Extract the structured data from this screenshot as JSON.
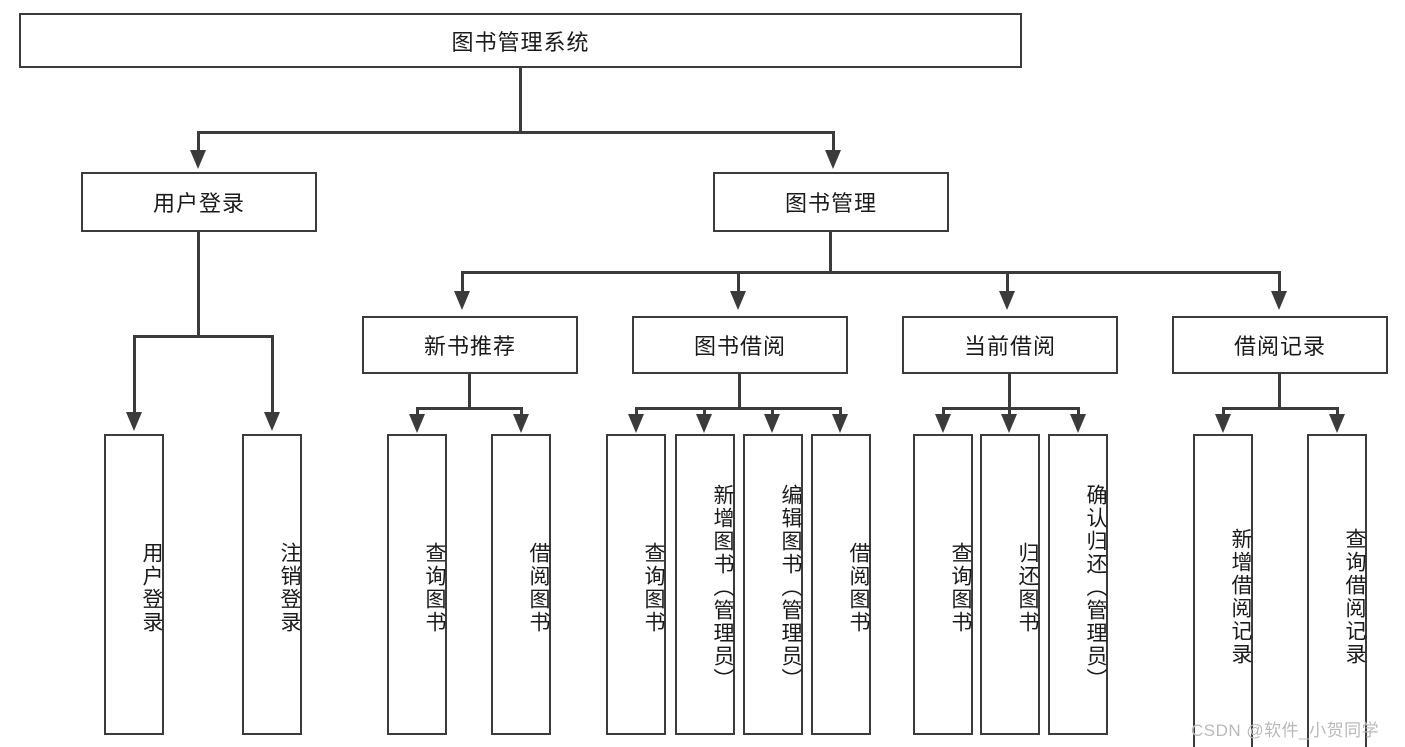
{
  "diagram": {
    "title": "图书管理系统",
    "type": "hierarchy-tree",
    "colors": {
      "stroke": "#3b3b3b",
      "fill": "#ffffff",
      "text": "#1a1a1a",
      "watermark": "#b9b9b9"
    },
    "levels": {
      "root": {
        "label": "图书管理系统"
      },
      "level2": [
        {
          "label": "用户登录"
        },
        {
          "label": "图书管理"
        }
      ],
      "level3": [
        {
          "label": "新书推荐"
        },
        {
          "label": "图书借阅"
        },
        {
          "label": "当前借阅"
        },
        {
          "label": "借阅记录"
        }
      ],
      "leaves": {
        "user_login": [
          {
            "label": "用户登录"
          },
          {
            "label": "注销登录"
          }
        ],
        "new_book_recommend": [
          {
            "label": "查询图书"
          },
          {
            "label": "借阅图书"
          }
        ],
        "book_borrow": [
          {
            "label": "查询图书"
          },
          {
            "label": "新增图书（管理员）"
          },
          {
            "label": "编辑图书（管理员）"
          },
          {
            "label": "借阅图书"
          }
        ],
        "current_borrow": [
          {
            "label": "查询图书"
          },
          {
            "label": "归还图书"
          },
          {
            "label": "确认归还（管理员）"
          }
        ],
        "borrow_record": [
          {
            "label": "新增借阅记录"
          },
          {
            "label": "查询借阅记录"
          }
        ]
      }
    }
  },
  "watermark": {
    "text": "CSDN @软件_小贺同学"
  }
}
